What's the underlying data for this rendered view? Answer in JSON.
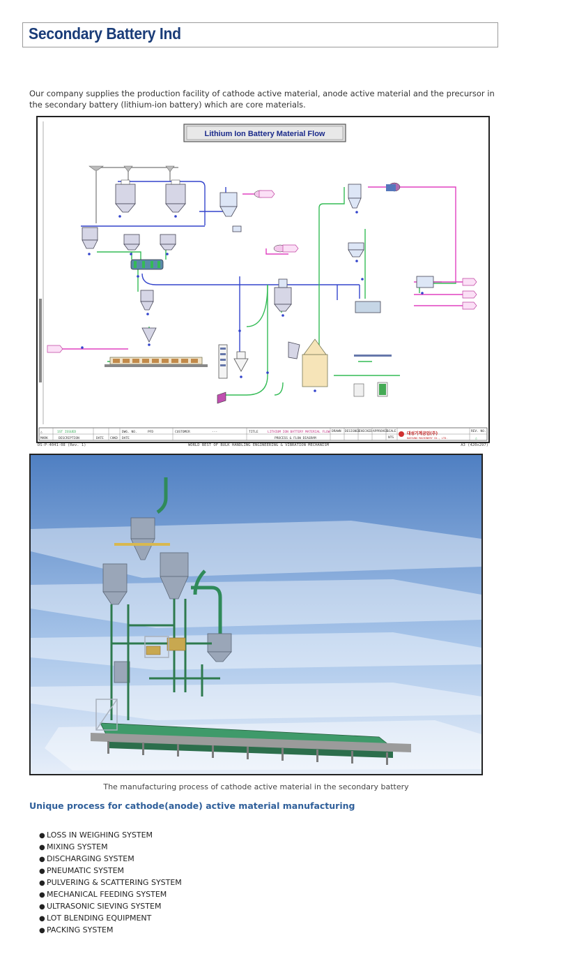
{
  "page": {
    "title": "Secondary Battery Ind",
    "intro": "Our company supplies the production facility of cathode active material, anode active material and the precursor in the secondary battery (lithium-ion battery) which are core materials."
  },
  "diagram": {
    "banner": "Lithium Ion Battery Material Flow",
    "doc_number": "DS-P-4041-08 (Rev. 1)",
    "footer_slogan": "WORLD BEST OF BULK HANDLING ENGINEERING & VIBRATION MECHANISM",
    "paper_size": "A3 (420x297)",
    "title_block": {
      "dwg_no_label": "DWG. NO.",
      "dwg_no_value": "PFD",
      "date_label": "DATE",
      "customer_label": "CUSTOMER",
      "customer_value": "---",
      "title_label": "TITLE",
      "title_line1": "LITHIUM ION BATTERY MATERIAL FLOW",
      "title_line2": "PROCESS & FLOW DIAGRAM",
      "drawn_label": "DRAWN",
      "designed_label": "DESIGNED",
      "checked_label": "CHECKED",
      "approved_label": "APPROVED",
      "scale_label": "SCALE",
      "scale_value": "NTS",
      "rev_label": "REV. NO.",
      "company_korean": "대성기계공업(주)",
      "company_english": "DAESUNG MACHINERY CO., LTD.",
      "mark_label": "MARK",
      "description_label": "DESCRIPTION",
      "revision_date_label": "DATE",
      "chkd_label": "CHKD",
      "first_issue": "1ST ISSUED"
    }
  },
  "render": {
    "caption": "The manufacturing process of cathode active material in the secondary battery"
  },
  "features": {
    "heading": "Unique process for cathode(anode) active material manufacturing",
    "bullet": "●",
    "items": [
      "LOSS IN WEIGHING SYSTEM",
      "MIXING SYSTEM",
      "DISCHARGING SYSTEM",
      "PNEUMATIC SYSTEM",
      "PULVERING & SCATTERING SYSTEM",
      "MECHANICAL FEEDING SYSTEM",
      "ULTRASONIC SIEVING SYSTEM",
      "LOT BLENDING EQUIPMENT",
      "PACKING SYSTEM"
    ]
  },
  "colors": {
    "title": "#1a3c78",
    "heading": "#2f5f9a",
    "pipe_blue": "#3344cc",
    "pipe_green": "#33bb55",
    "pipe_pink": "#e040c0",
    "machine_green": "#2e8b57",
    "sky": "#6f9fd8"
  }
}
